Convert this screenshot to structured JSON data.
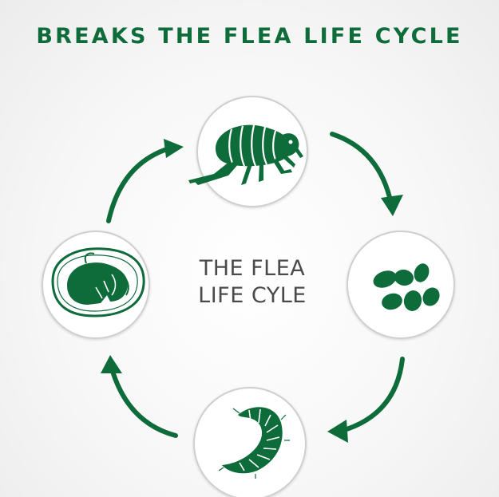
{
  "headline": "BREAKS THE FLEA LIFE CYCLE",
  "center_label": {
    "line1": "THE FLEA",
    "line2": "LIFE CYLE"
  },
  "stages": [
    {
      "name": "adult flea",
      "icon": "adult-flea-icon"
    },
    {
      "name": "eggs",
      "icon": "flea-eggs-icon"
    },
    {
      "name": "larva",
      "icon": "flea-larva-icon"
    },
    {
      "name": "pupa",
      "icon": "flea-pupa-icon"
    }
  ],
  "colors": {
    "accent": "#0e6b3a",
    "circle_border": "#cfcfcf",
    "center_text": "#4a4a4a",
    "background": "#f4f4f4"
  }
}
